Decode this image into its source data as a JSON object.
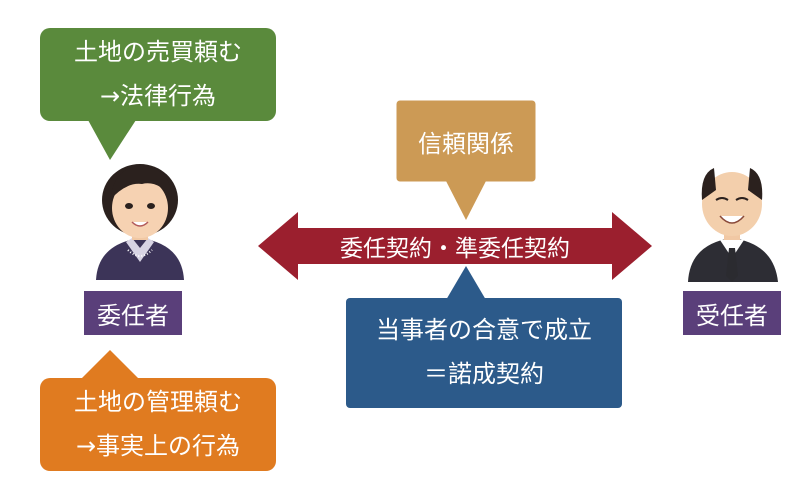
{
  "bubble_sale": {
    "line1": "土地の売買頼む",
    "line2": "→法律行為"
  },
  "bubble_manage": {
    "line1": "土地の管理頼む",
    "line2": "→事実上の行為"
  },
  "trust_box": {
    "label": "信頼関係"
  },
  "contract_arrow": {
    "label": "委任契約・準委任契約"
  },
  "consensus_box": {
    "line1": "当事者の合意で成立",
    "line2": "＝諾成契約"
  },
  "mandator": {
    "label": "委任者"
  },
  "mandatary": {
    "label": "受任者"
  },
  "colors": {
    "green": "#5a8a3c",
    "orange": "#e07b20",
    "tan": "#cc9a55",
    "maroon": "#9b1f2e",
    "blue": "#2c5a8a",
    "purple": "#5a3f7a"
  }
}
